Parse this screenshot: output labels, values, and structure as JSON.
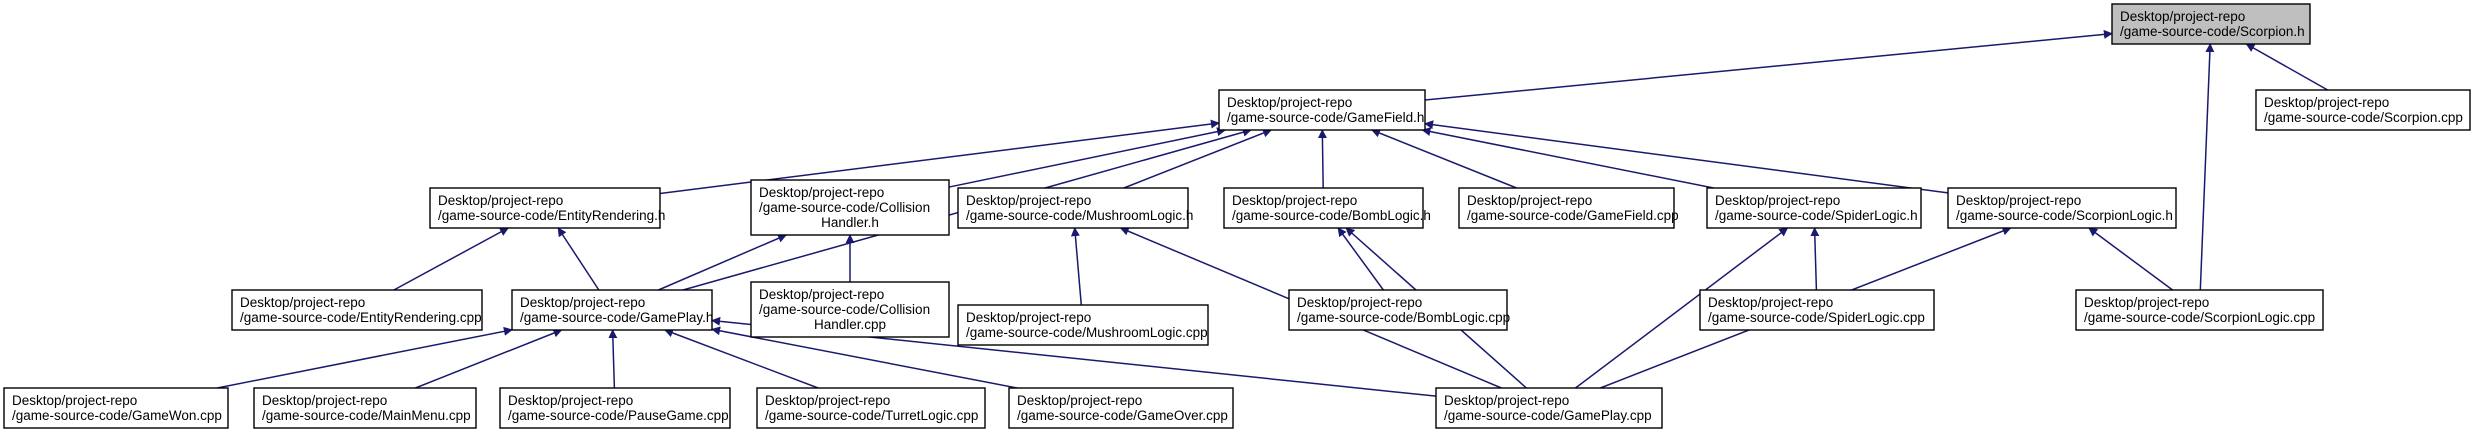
{
  "colors": {
    "edge": "#191970",
    "root_fill": "#bfbfbf",
    "node_fill": "#ffffff",
    "node_border": "#000000"
  },
  "nodes": [
    {
      "id": "scorpion_h",
      "lines": [
        "Desktop/project-repo",
        "/game-source-code/Scorpion.h"
      ],
      "highlighted": true
    },
    {
      "id": "gamefield_h",
      "lines": [
        "Desktop/project-repo",
        "/game-source-code/GameField.h"
      ]
    },
    {
      "id": "scorpion_cpp",
      "lines": [
        "Desktop/project-repo",
        "/game-source-code/Scorpion.cpp"
      ]
    },
    {
      "id": "entityrendering_h",
      "lines": [
        "Desktop/project-repo",
        "/game-source-code/EntityRendering.h"
      ]
    },
    {
      "id": "collisionhandler_h",
      "lines": [
        "Desktop/project-repo",
        "/game-source-code/Collision",
        "Handler.h"
      ]
    },
    {
      "id": "mushroomlogic_h",
      "lines": [
        "Desktop/project-repo",
        "/game-source-code/MushroomLogic.h"
      ]
    },
    {
      "id": "bomblogic_h",
      "lines": [
        "Desktop/project-repo",
        "/game-source-code/BombLogic.h"
      ]
    },
    {
      "id": "gamefield_cpp",
      "lines": [
        "Desktop/project-repo",
        "/game-source-code/GameField.cpp"
      ]
    },
    {
      "id": "spiderlogic_h",
      "lines": [
        "Desktop/project-repo",
        "/game-source-code/SpiderLogic.h"
      ]
    },
    {
      "id": "scorpionlogic_h",
      "lines": [
        "Desktop/project-repo",
        "/game-source-code/ScorpionLogic.h"
      ]
    },
    {
      "id": "entityrendering_cpp",
      "lines": [
        "Desktop/project-repo",
        "/game-source-code/EntityRendering.cpp"
      ]
    },
    {
      "id": "gameplay_h",
      "lines": [
        "Desktop/project-repo",
        "/game-source-code/GamePlay.h"
      ]
    },
    {
      "id": "collisionhandler_cpp",
      "lines": [
        "Desktop/project-repo",
        "/game-source-code/Collision",
        "Handler.cpp"
      ]
    },
    {
      "id": "mushroomlogic_cpp",
      "lines": [
        "Desktop/project-repo",
        "/game-source-code/MushroomLogic.cpp"
      ]
    },
    {
      "id": "bomblogic_cpp",
      "lines": [
        "Desktop/project-repo",
        "/game-source-code/BombLogic.cpp"
      ]
    },
    {
      "id": "spiderlogic_cpp",
      "lines": [
        "Desktop/project-repo",
        "/game-source-code/SpiderLogic.cpp"
      ]
    },
    {
      "id": "scorpionlogic_cpp",
      "lines": [
        "Desktop/project-repo",
        "/game-source-code/ScorpionLogic.cpp"
      ]
    },
    {
      "id": "gamewon_cpp",
      "lines": [
        "Desktop/project-repo",
        "/game-source-code/GameWon.cpp"
      ]
    },
    {
      "id": "mainmenu_cpp",
      "lines": [
        "Desktop/project-repo",
        "/game-source-code/MainMenu.cpp"
      ]
    },
    {
      "id": "pausegame_cpp",
      "lines": [
        "Desktop/project-repo",
        "/game-source-code/PauseGame.cpp"
      ]
    },
    {
      "id": "turretlogic_cpp",
      "lines": [
        "Desktop/project-repo",
        "/game-source-code/TurretLogic.cpp"
      ]
    },
    {
      "id": "gameover_cpp",
      "lines": [
        "Desktop/project-repo",
        "/game-source-code/GameOver.cpp"
      ]
    },
    {
      "id": "gameplay_cpp",
      "lines": [
        "Desktop/project-repo",
        "/game-source-code/GamePlay.cpp"
      ]
    }
  ],
  "edges": [
    {
      "from": "gamefield_h",
      "to": "scorpion_h"
    },
    {
      "from": "scorpion_cpp",
      "to": "scorpion_h"
    },
    {
      "from": "scorpionlogic_cpp",
      "to": "scorpion_h"
    },
    {
      "from": "entityrendering_h",
      "to": "gamefield_h"
    },
    {
      "from": "gameplay_h",
      "to": "gamefield_h"
    },
    {
      "from": "collisionhandler_h",
      "to": "gamefield_h"
    },
    {
      "from": "mushroomlogic_h",
      "to": "gamefield_h"
    },
    {
      "from": "bomblogic_h",
      "to": "gamefield_h"
    },
    {
      "from": "gamefield_cpp",
      "to": "gamefield_h"
    },
    {
      "from": "spiderlogic_h",
      "to": "gamefield_h"
    },
    {
      "from": "scorpionlogic_h",
      "to": "gamefield_h"
    },
    {
      "from": "entityrendering_cpp",
      "to": "entityrendering_h"
    },
    {
      "from": "gameplay_h",
      "to": "entityrendering_h"
    },
    {
      "from": "gameplay_h",
      "to": "collisionhandler_h"
    },
    {
      "from": "collisionhandler_cpp",
      "to": "collisionhandler_h"
    },
    {
      "from": "mushroomlogic_cpp",
      "to": "mushroomlogic_h"
    },
    {
      "from": "gameplay_cpp",
      "to": "mushroomlogic_h"
    },
    {
      "from": "bomblogic_cpp",
      "to": "bomblogic_h"
    },
    {
      "from": "gameplay_cpp",
      "to": "bomblogic_h"
    },
    {
      "from": "spiderlogic_cpp",
      "to": "spiderlogic_h"
    },
    {
      "from": "gameplay_cpp",
      "to": "spiderlogic_h"
    },
    {
      "from": "scorpionlogic_cpp",
      "to": "scorpionlogic_h"
    },
    {
      "from": "gameplay_cpp",
      "to": "scorpionlogic_h"
    },
    {
      "from": "gamewon_cpp",
      "to": "gameplay_h"
    },
    {
      "from": "mainmenu_cpp",
      "to": "gameplay_h"
    },
    {
      "from": "pausegame_cpp",
      "to": "gameplay_h"
    },
    {
      "from": "turretlogic_cpp",
      "to": "gameplay_h"
    },
    {
      "from": "gameover_cpp",
      "to": "gameplay_h"
    },
    {
      "from": "gameplay_cpp",
      "to": "gameplay_h"
    }
  ]
}
